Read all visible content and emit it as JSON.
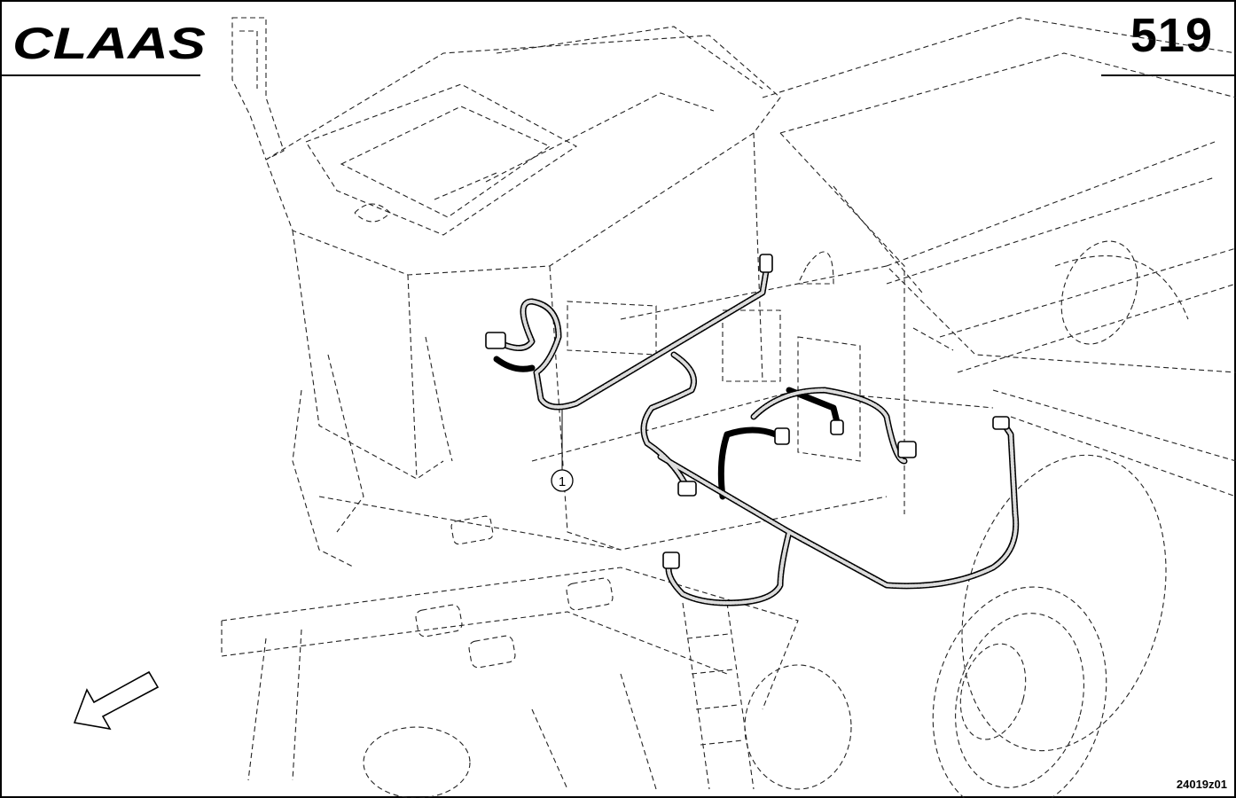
{
  "header": {
    "brand": "CLAAS",
    "page_number": "519"
  },
  "drawing": {
    "callouts": [
      {
        "label": "1"
      }
    ],
    "drawing_id": "24019z01"
  },
  "icons": {
    "logo": "claas-logo",
    "direction": "direction-arrow-icon"
  }
}
